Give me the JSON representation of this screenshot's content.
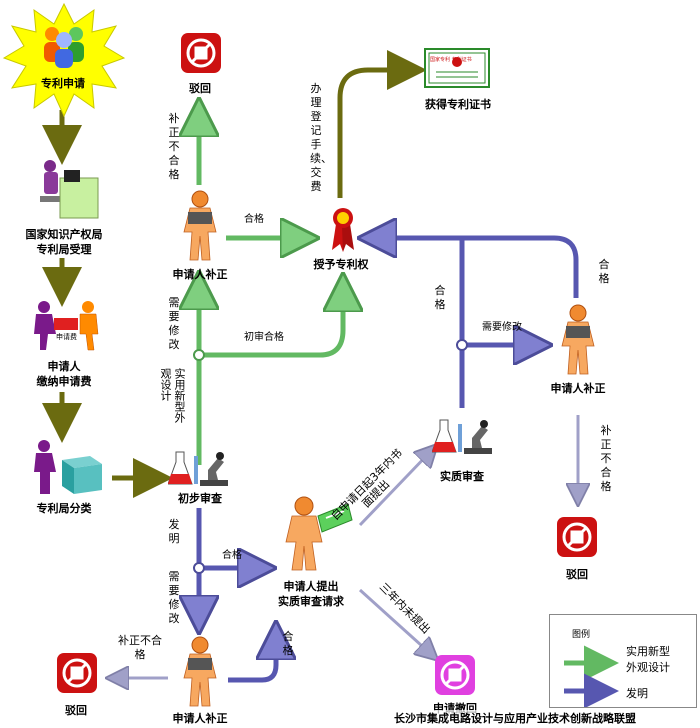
{
  "nodes": {
    "patent_apply": "专利申请",
    "sipo_accept_1": "国家知识产权局",
    "sipo_accept_2": "专利局受理",
    "pay_fee_1": "申请人",
    "pay_fee_2": "缴纳申请费",
    "fee_tag": "申请费",
    "classify": "专利局分类",
    "prelim_exam": "初步审查",
    "applicant_fix_top": "申请人补正",
    "reject_top": "驳回",
    "grant": "授予专利权",
    "certificate": "获得专利证书",
    "certificate_tag": "国家专利 专利证书",
    "applicant_request_1": "申请人提出",
    "applicant_request_2": "实质审查请求",
    "substantive_exam": "实质审查",
    "applicant_fix_right": "申请人补正",
    "reject_right": "驳回",
    "applicant_fix_bottom": "申请人补正",
    "reject_bottom_left": "驳回",
    "reject_bottom_mid": "申请撤回"
  },
  "edge_labels": {
    "fix_not_ok_top": "补正不合格",
    "pass_top": "合格",
    "register_fee": "办理登记手续、交费",
    "need_fix_left": "需要修改",
    "prelim_pass": "初审合格",
    "utility_design": "实用新型外观设计",
    "invention": "发明",
    "need_fix_lower": "需要修改",
    "pass_mid": "合格",
    "pass_grant": "合格",
    "need_fix_right": "需要修改",
    "pass_right": "合格",
    "fix_not_ok_right": "补正不合格",
    "fix_not_ok_left": "补正不合格",
    "pass_bottom": "合格",
    "within_3_years": "自申请日起3年内书面提出",
    "not_within_3_years": "三年内未提出"
  },
  "legend": {
    "title": "图例",
    "green_label_1": "实用新型",
    "green_label_2": "外观设计",
    "blue_label": "发明"
  },
  "footer": "长沙市集成电路设计与应用产业技术创新战略联盟",
  "colors": {
    "green": "#79d679",
    "blue": "#7777c8",
    "olive": "#7a7a1a",
    "gray_arrow": "#a8a8c8",
    "red": "#cc1111",
    "magenta": "#e040e0",
    "burst": "#ffff00"
  }
}
